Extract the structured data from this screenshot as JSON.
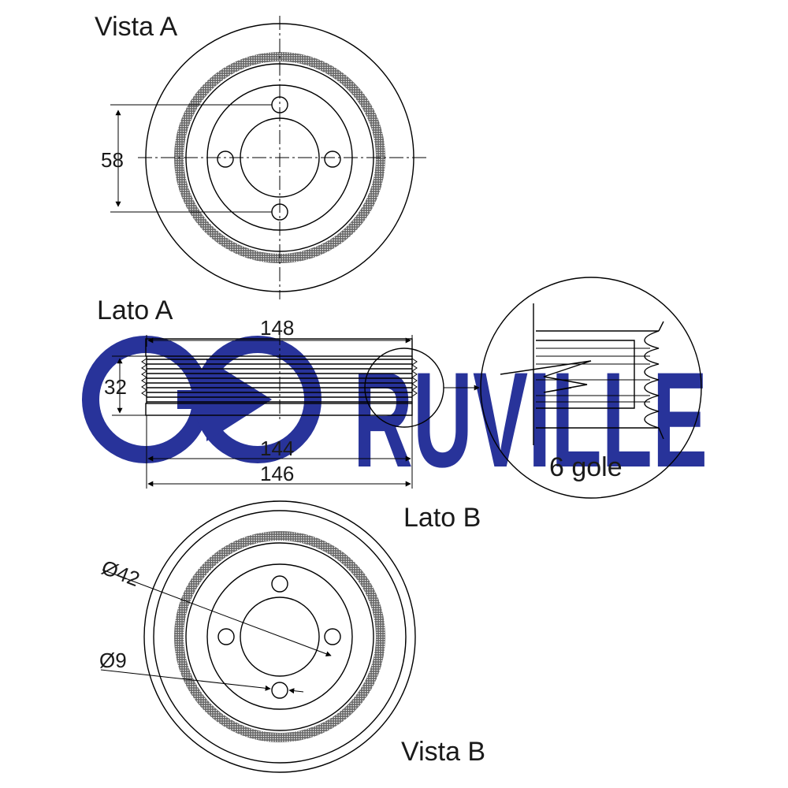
{
  "brand": {
    "logo_text": "RUVILLE",
    "color": "#28339a"
  },
  "views": {
    "vista_a": "Vista A",
    "lato_a": "Lato A",
    "lato_b": "Lato B",
    "vista_b": "Vista B"
  },
  "dimensions": {
    "bolt_spacing": "58",
    "outer_width": "148",
    "height": "32",
    "inner_width_1": "144",
    "inner_width_2": "146",
    "bore_diameter": "Ø42",
    "hole_diameter": "Ø9"
  },
  "detail": {
    "grooves_label": "6 gole"
  }
}
